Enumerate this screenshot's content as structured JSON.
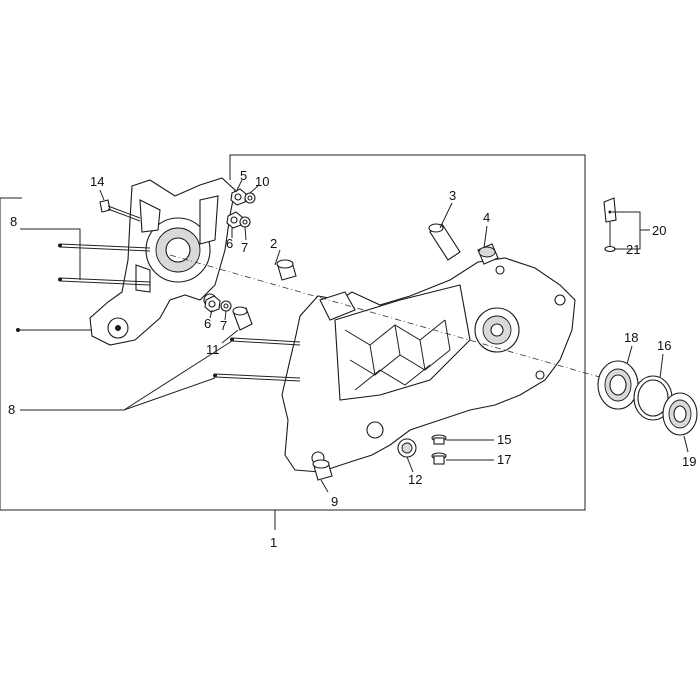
{
  "callouts": {
    "c1": "1",
    "c2": "2",
    "c3": "3",
    "c4": "4",
    "c5": "5",
    "c6a": "6",
    "c6b": "6",
    "c7a": "7",
    "c7b": "7",
    "c8a": "8",
    "c8b": "8",
    "c9": "9",
    "c10": "10",
    "c11": "11",
    "c12": "12",
    "c14": "14",
    "c15": "15",
    "c16": "16",
    "c17": "17",
    "c18": "18",
    "c19": "19",
    "c20": "20",
    "c21": "21"
  },
  "colors": {
    "line": "#1a1a1a",
    "background": "#ffffff",
    "shade": "#d9d9d9"
  }
}
